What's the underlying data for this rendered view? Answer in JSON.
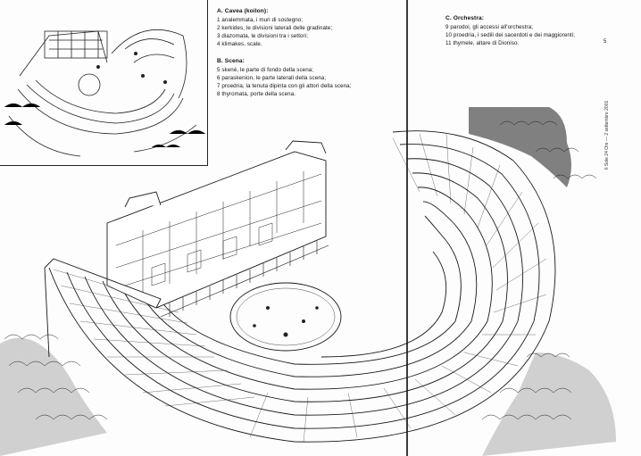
{
  "legend": {
    "section_a": {
      "heading": "A. Cavea (koilon):",
      "items": [
        "1 analemmata, i muri di sostegno;",
        "2 kerkides, le divisioni laterali delle gradinate;",
        "3 diazomata, le divisioni tra i settori;",
        "4 klimakes, scale."
      ]
    },
    "section_b": {
      "heading": "B. Scena:",
      "items": [
        "5 skené, le parte di fondo della scena;",
        "6 paraskenion, le parte laterali della scena;",
        "7 proedria, la tenuta dipinta con gli attori della scena;",
        "8 thyromata, porte della scena."
      ]
    },
    "section_c": {
      "heading": "C. Orchestra:",
      "items": [
        "9 parodoi, gli accessi all'orchestra;",
        "10 proedria, i sedili dei sacerdoti e dei maggiorenti;",
        "11 thymele, altare di Dioniso."
      ]
    }
  },
  "page_number": "5",
  "side_note": "Il Sole 24 Ore — 2 settembre 2001",
  "colors": {
    "ink": "#111111",
    "paper": "#fdfdfd"
  }
}
